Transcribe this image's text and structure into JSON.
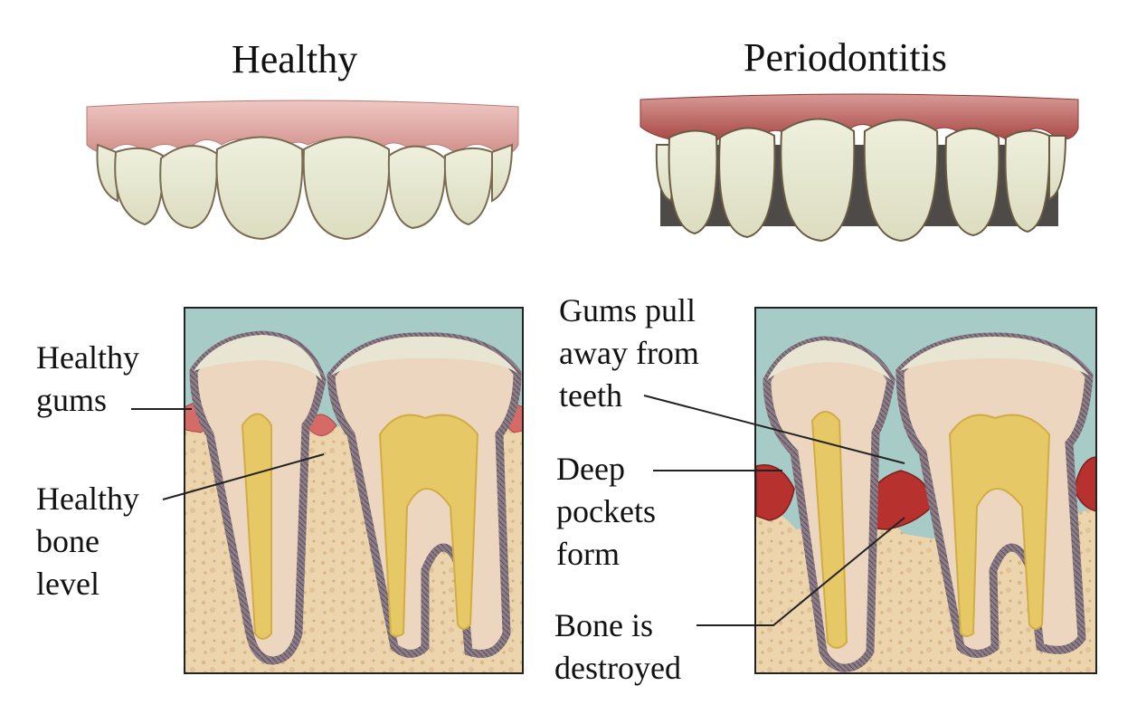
{
  "titles": {
    "healthy": "Healthy",
    "periodontitis": "Periodontitis"
  },
  "labels": {
    "healthy_gums": [
      "Healthy",
      "gums"
    ],
    "healthy_bone_level": [
      "Healthy",
      "bone",
      "level"
    ],
    "gums_pull_away": [
      "Gums pull",
      "away from",
      "teeth"
    ],
    "deep_pockets": [
      "Deep",
      "pockets",
      "form"
    ],
    "bone_destroyed": [
      "Bone is",
      "destroyed"
    ]
  },
  "colors": {
    "enamel": "#e8e6d2",
    "tooth_body": "#ecd6bf",
    "pulp": "#e7c866",
    "gum_healthy": "#cf8b88",
    "gum_diseased": "#b44a47",
    "bone": "#e9cfa6",
    "water": "#a7cbc6"
  }
}
